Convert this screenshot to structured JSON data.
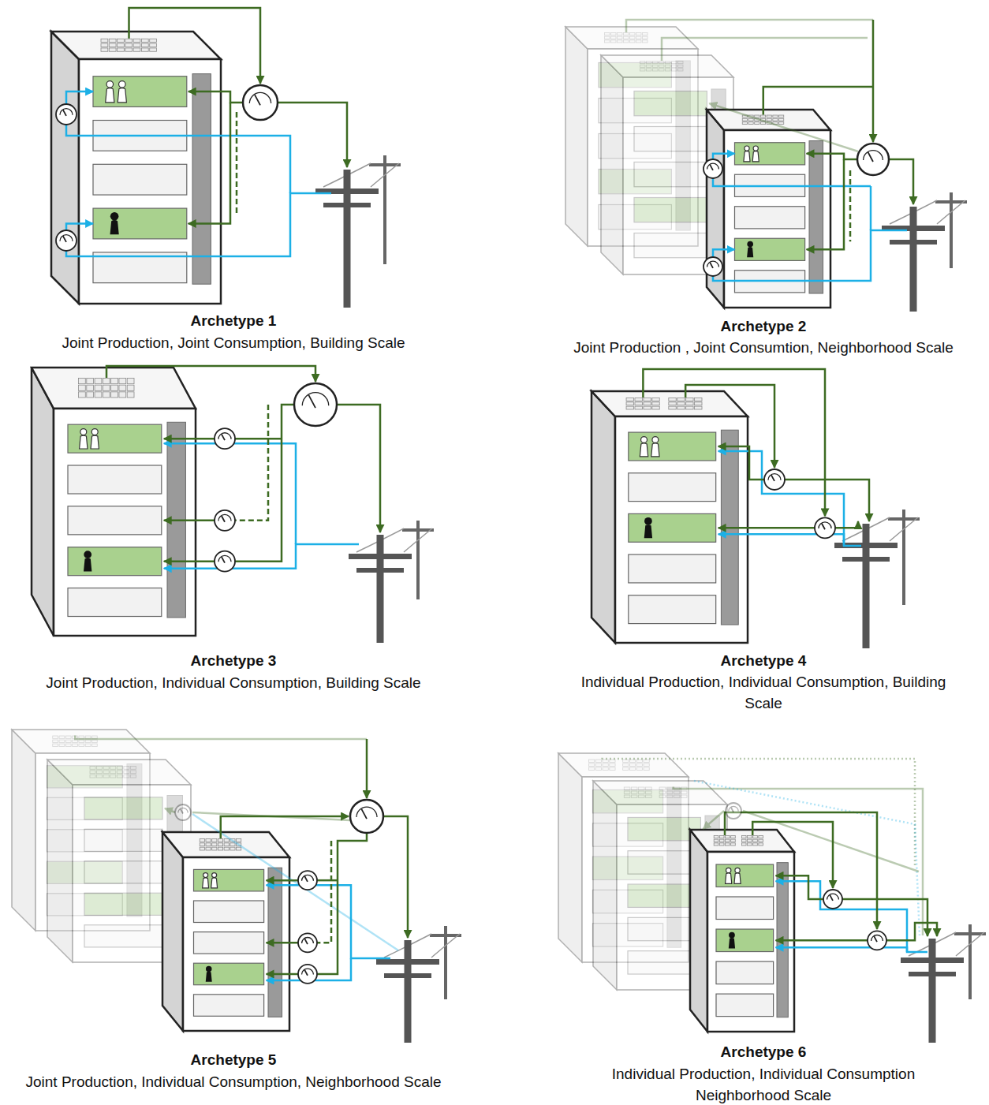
{
  "diagram": {
    "labels": [
      "Archetype 1",
      "Joint Production, Joint Consumption, Building Scale",
      "Archetype 2",
      "Joint Production , Joint Consumtion, Neighborhood Scale",
      "Archetype 3",
      "Joint Production, Individual Consumption, Building Scale",
      "Archetype 4",
      "Individual Production, Individual Consumption, Building Scale",
      "Archetype 5",
      "Joint Production, Individual Consumption, Neighborhood Scale",
      "Archetype 6",
      "Individual Production, Individual Consumption Neighborhood Scale"
    ]
  }
}
